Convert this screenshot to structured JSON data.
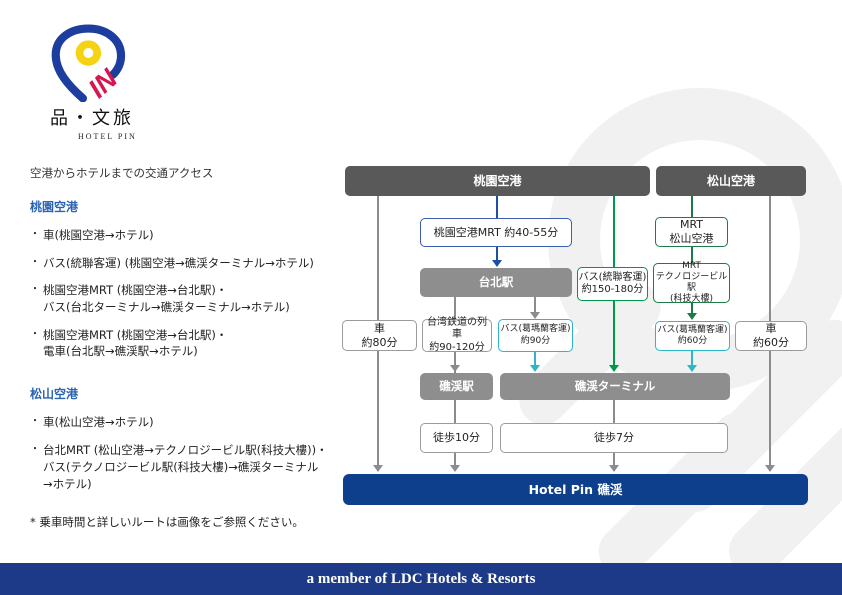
{
  "logo": {
    "brand": "品・文旅",
    "sub": "HOTEL PIN",
    "pin_monogram": "IN"
  },
  "intro": "空港からホテルまでの交通アクセス",
  "sections": [
    {
      "heading": "桃園空港",
      "items": [
        "車(桃園空港→ホテル)",
        "バス(統聯客運) (桃園空港→礁渓ターミナル→ホテル)",
        "桃園空港MRT (桃園空港→台北駅)・\nバス(台北ターミナル→礁渓ターミナル→ホテル)",
        "桃園空港MRT (桃園空港→台北駅)・\n電車(台北駅→礁渓駅→ホテル)"
      ]
    },
    {
      "heading": "松山空港",
      "items": [
        "車(松山空港→ホテル)",
        "台北MRT (松山空港→テクノロジービル駅(科技大樓))・\nバス(テクノロジービル駅(科技大樓)→礁渓ターミナル\n→ホテル)"
      ]
    }
  ],
  "note": "* 乗車時間と詳しいルートは画像をご参照ください。",
  "diagram": {
    "taoyuan_airport": "桃園空港",
    "songshan_airport": "松山空港",
    "mrt_taoyuan": "桃園空港MRT 約40-55分",
    "taipei_station": "台北駅",
    "bus_ubus": "バス(統聯客運)\n約150-180分",
    "mrt_songshan": "MRT\n松山空港",
    "mrt_tech": "MRT\nテクノロジービル駅\n(科技大樓)",
    "car_80": "車\n約80分",
    "train_tra": "台湾鉄道の列車\n約90-120分",
    "bus_kamalan_90": "バス(葛瑪蘭客運)\n約90分",
    "bus_kamalan_60": "バス(葛瑪蘭客運)\n約60分",
    "car_60": "車\n約60分",
    "jiaoxi_station": "礁渓駅",
    "jiaoxi_terminal": "礁渓ターミナル",
    "walk_10": "徒歩10分",
    "walk_7": "徒歩7分",
    "hotel": "Hotel Pin 礁渓"
  },
  "footer": "a member of LDC Hotels & Resorts",
  "colors": {
    "header_gray": "#595959",
    "station_gray": "#8e8e8e",
    "line_gray": "#8c8c8c",
    "mrt_blue": "#1e4ea3",
    "bus_green": "#00994a",
    "mrt_dark_green": "#1e7a46",
    "bus_teal": "#2cb6c6",
    "hotel_navy": "#0d3f8d",
    "footer_navy": "#1c3a87",
    "heading_blue": "#2a64b4",
    "logo_blue": "#1d3e9e",
    "logo_yellow": "#f5d313",
    "logo_red": "#d8154f"
  }
}
